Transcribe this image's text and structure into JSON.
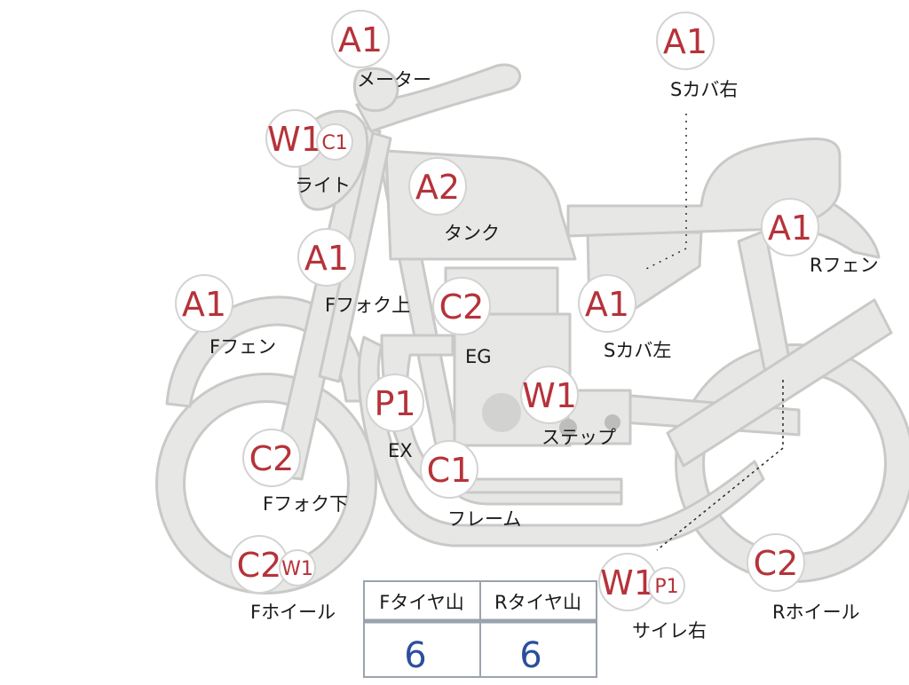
{
  "badges": {
    "meter": {
      "grade": "A1",
      "label": "メーター"
    },
    "s_cover_right": {
      "grade": "A1",
      "label": "Sカバ右"
    },
    "light": {
      "grade": "W1",
      "grade2": "C1",
      "label": "ライト"
    },
    "tank": {
      "grade": "A2",
      "label": "タンク"
    },
    "r_fender": {
      "grade": "A1",
      "label": "Rフェン"
    },
    "f_fork_upper": {
      "grade": "A1",
      "label": "Fフォク上"
    },
    "f_fender": {
      "grade": "A1",
      "label": "Fフェン"
    },
    "engine": {
      "grade": "C2",
      "label": "EG"
    },
    "s_cover_left": {
      "grade": "A1",
      "label": "Sカバ左"
    },
    "exhaust": {
      "grade": "P1",
      "label": "EX"
    },
    "step": {
      "grade": "W1",
      "label": "ステップ"
    },
    "f_fork_lower": {
      "grade": "C2",
      "label": "Fフォク下"
    },
    "frame": {
      "grade": "C1",
      "label": "フレーム"
    },
    "f_wheel": {
      "grade": "C2",
      "grade2": "W1",
      "label": "Fホイール"
    },
    "muffler_right": {
      "grade": "W1",
      "grade2": "P1",
      "label": "サイレ右"
    },
    "r_wheel": {
      "grade": "C2",
      "label": "Rホイール"
    }
  },
  "tire_table": {
    "front_header": "Fタイヤ山",
    "rear_header": "Rタイヤ山",
    "front_value": "6",
    "rear_value": "6"
  },
  "colors": {
    "body_fill": "#e7e7e5",
    "body_stroke": "#c9c9c7",
    "grade_text": "#b5333a",
    "tire_value": "#2b4f9c"
  }
}
